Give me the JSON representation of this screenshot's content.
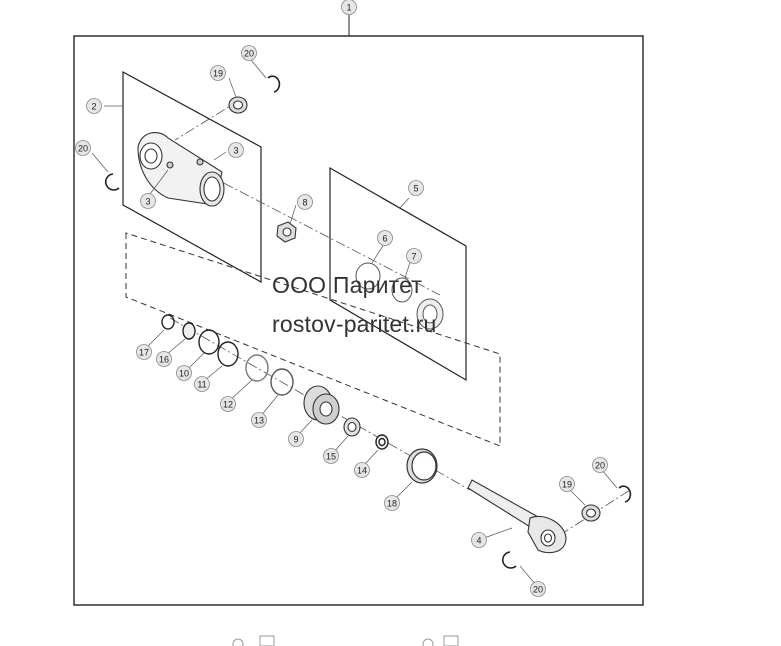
{
  "callouts": [
    {
      "id": "c1",
      "label": "1"
    },
    {
      "id": "c2",
      "label": "2"
    },
    {
      "id": "c3a",
      "label": "3"
    },
    {
      "id": "c3b",
      "label": "3"
    },
    {
      "id": "c4",
      "label": "4"
    },
    {
      "id": "c5",
      "label": "5"
    },
    {
      "id": "c6",
      "label": "6"
    },
    {
      "id": "c7",
      "label": "7"
    },
    {
      "id": "c8",
      "label": "8"
    },
    {
      "id": "c9",
      "label": "9"
    },
    {
      "id": "c10",
      "label": "10"
    },
    {
      "id": "c11",
      "label": "11"
    },
    {
      "id": "c12",
      "label": "12"
    },
    {
      "id": "c13",
      "label": "13"
    },
    {
      "id": "c14",
      "label": "14"
    },
    {
      "id": "c15",
      "label": "15"
    },
    {
      "id": "c16",
      "label": "16"
    },
    {
      "id": "c17",
      "label": "17"
    },
    {
      "id": "c18",
      "label": "18"
    },
    {
      "id": "c19a",
      "label": "19"
    },
    {
      "id": "c19b",
      "label": "19"
    },
    {
      "id": "c20a",
      "label": "20"
    },
    {
      "id": "c20b",
      "label": "20"
    },
    {
      "id": "c20c",
      "label": "20"
    },
    {
      "id": "c20d",
      "label": "20"
    }
  ],
  "watermark": {
    "line1": "ООО Паритет",
    "line2": "rostov-paritet.ru"
  }
}
